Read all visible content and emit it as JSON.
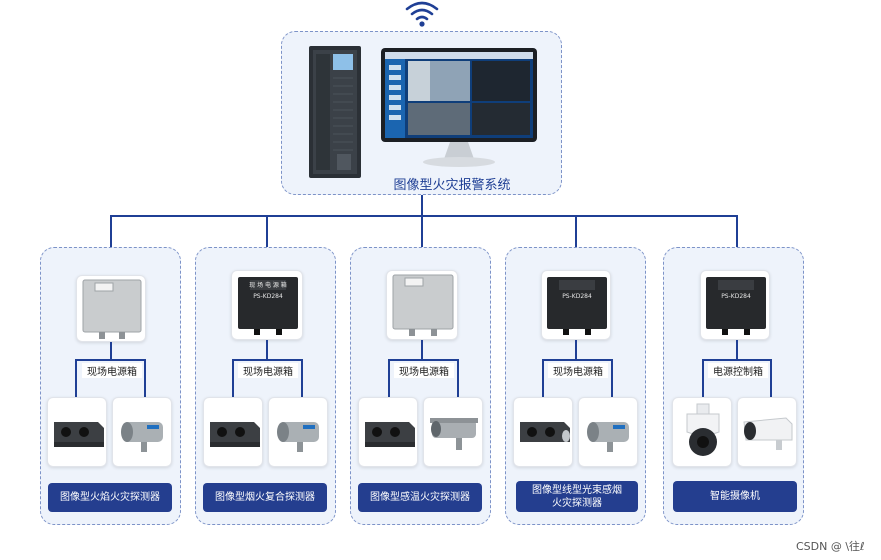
{
  "system": {
    "title": "图像型火灾报警系统"
  },
  "groups": [
    {
      "power_label": "现场电源箱",
      "device_label": "图像型火焰火灾探测器"
    },
    {
      "power_label": "现场电源箱",
      "device_label": "图像型烟火复合探测器"
    },
    {
      "power_label": "现场电源箱",
      "device_label": "图像型感温火灾探测器"
    },
    {
      "power_label": "现场电源箱",
      "device_label": "图像型线型光束感烟\n火灾探测器"
    },
    {
      "power_label": "电源控制箱",
      "device_label": "智能摄像机"
    }
  ],
  "box_panel_text": "现 场 电 源 箱",
  "box_panel_model": "PS-KD284",
  "watermark": "CSDN @ \\往ℓ"
}
